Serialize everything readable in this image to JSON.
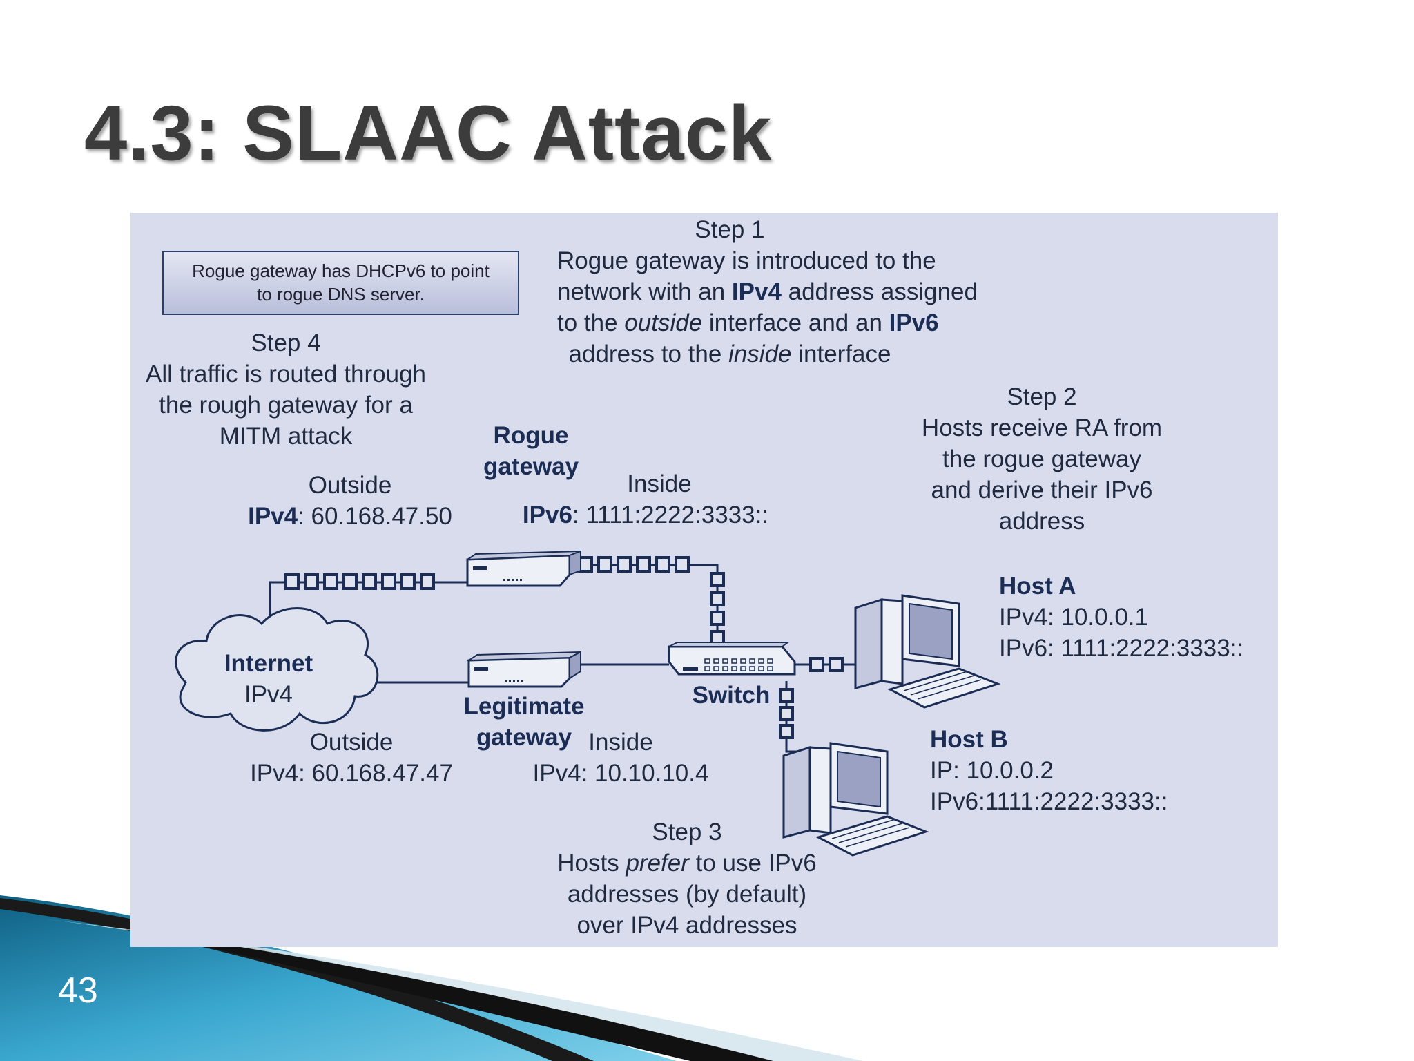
{
  "slide": {
    "title": "4.3: SLAAC Attack",
    "page_number": "43"
  },
  "diagram": {
    "note_box": {
      "line1": "Rogue gateway has DHCPv6 to point",
      "line2": "to rogue DNS server."
    },
    "step1": {
      "heading": "Step 1",
      "l1": "Rogue gateway is introduced to the",
      "l2a": "network with an ",
      "l2b": "IPv4",
      "l2c": " address assigned",
      "l3a": "to the ",
      "l3b": "outside",
      "l3c": " interface and an ",
      "l3d": "IPv6",
      "l4a": "address to the ",
      "l4b": "inside",
      "l4c": " interface"
    },
    "step2": {
      "heading": "Step 2",
      "l1": "Hosts receive RA from",
      "l2": "the rogue gateway",
      "l3": "and derive their IPv6",
      "l4": "address"
    },
    "step3": {
      "heading": "Step 3",
      "l1a": "Hosts ",
      "l1b": "prefer",
      "l1c": " to use IPv6",
      "l2": "addresses (by default)",
      "l3": "over IPv4 addresses"
    },
    "step4": {
      "heading": "Step 4",
      "l1": "All traffic is routed through",
      "l2": "the rough gateway for a",
      "l3": "MITM attack"
    },
    "rogue_gateway": {
      "label1": "Rogue",
      "label2": "gateway"
    },
    "rogue_outside": {
      "label": "Outside",
      "proto": "IPv4",
      "addr": ": 60.168.47.50"
    },
    "rogue_inside": {
      "label": "Inside",
      "proto": "IPv6",
      "addr": ": 1111:2222:3333::"
    },
    "internet": {
      "label": "Internet",
      "proto": "IPv4"
    },
    "legit_gateway": {
      "label1": "Legitimate",
      "label2": "gateway"
    },
    "legit_outside": {
      "label": "Outside",
      "addr": "IPv4: 60.168.47.47"
    },
    "legit_inside": {
      "label": "Inside",
      "addr": "IPv4: 10.10.10.4"
    },
    "switch": {
      "label": "Switch"
    },
    "host_a": {
      "name": "Host A",
      "ipv4": "IPv4: 10.0.0.1",
      "ipv6": "IPv6: 1111:2222:3333::"
    },
    "host_b": {
      "name": "Host B",
      "ip": "IP: 10.0.0.2",
      "ipv6": "IPv6:1111:2222:3333::"
    }
  },
  "colors": {
    "diagram_background": "#d9dcec",
    "link_color": "#1b2d55",
    "title_color": "#3c3c3c",
    "corner_teal": "#1c7fa6"
  },
  "icons": [
    "rogue-gateway-router-icon",
    "legitimate-gateway-router-icon",
    "switch-icon",
    "internet-cloud-icon",
    "host-a-computer-icon",
    "host-b-computer-icon"
  ]
}
